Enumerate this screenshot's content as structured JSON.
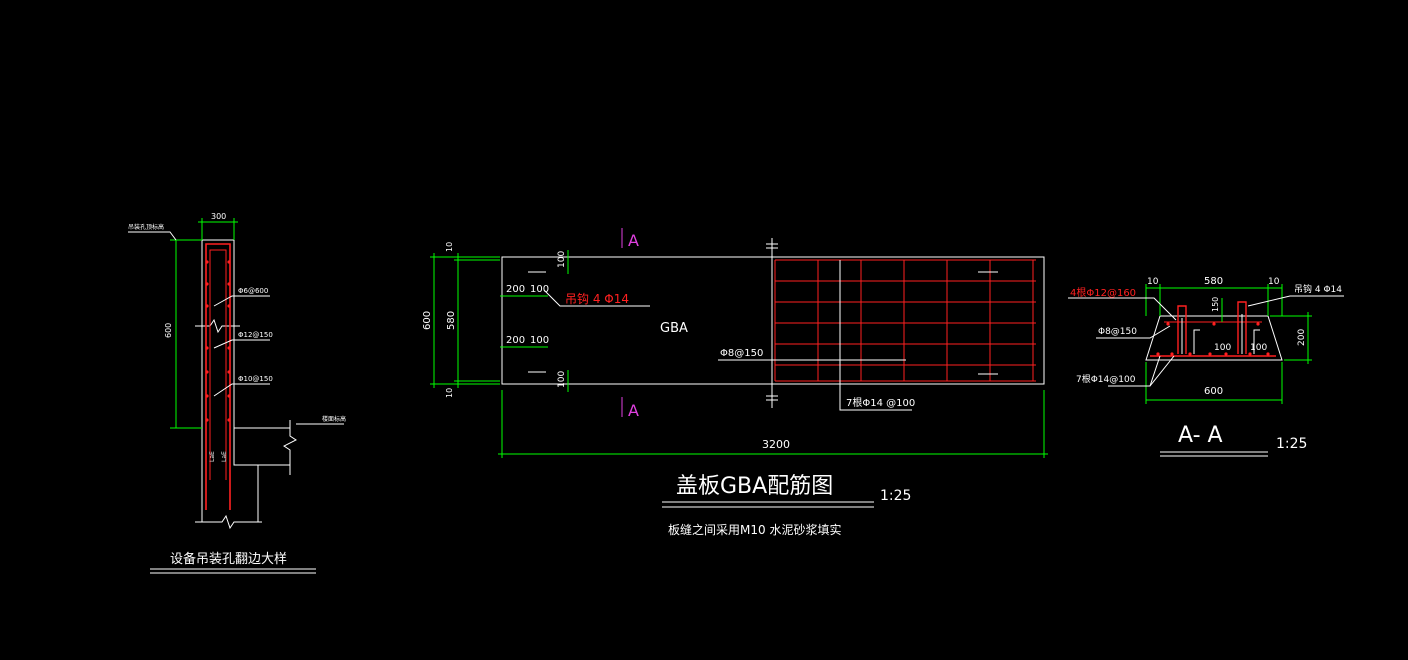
{
  "colors": {
    "background": "#000000",
    "outline": "#ffffff",
    "rebar": "#ff2020",
    "dimension": "#00ff00",
    "section": "#e040e0"
  },
  "detail1": {
    "title": "设备吊装孔翻边大样",
    "dim_width": "300",
    "dim_height": "600",
    "top_label": "吊装孔顶标高",
    "side_label": "楼面标高",
    "rebar_1": "Φ6@600",
    "rebar_2": "Φ12@150",
    "rebar_3": "Φ10@150",
    "lae_1": "LaE",
    "lae_2": "LaE"
  },
  "plan": {
    "title": "盖板GBA配筋图",
    "scale": "1:25",
    "note": "板缝之间采用M10 水泥砂浆填实",
    "panel_label": "GBA",
    "section_mark_top": "A",
    "section_mark_bottom": "A",
    "hook_label": "吊钩 4 Φ14",
    "dist_rebar": "Φ8@150",
    "main_rebar": "7根Φ14 @100",
    "dim_total_length": "3200",
    "dim_total_height": "600",
    "dim_inner_height": "580",
    "dim_edge_top": "10",
    "dim_edge_bottom": "10",
    "dim_200_top": "200",
    "dim_100_top": "100",
    "dim_200_bottom": "200",
    "dim_100_bottom": "100",
    "dim_100_vert_top": "100",
    "dim_100_vert_bottom": "100"
  },
  "section": {
    "title": "A- A",
    "scale": "1:25",
    "rebar_top": "4根Φ12@160",
    "rebar_dist": "Φ8@150",
    "rebar_bottom": "7根Φ14@100",
    "hook": "吊钩 4 Φ14",
    "dim_left": "10",
    "dim_mid": "580",
    "dim_right": "10",
    "dim_150": "150",
    "dim_200": "200",
    "dim_100a": "100",
    "dim_100b": "100",
    "dim_600": "600"
  }
}
